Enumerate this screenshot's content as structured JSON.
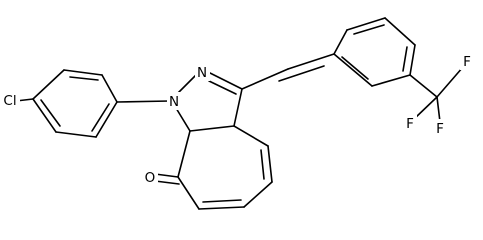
{
  "molecule": {
    "atom_labels": {
      "cl": "Cl",
      "n1": "N",
      "n2": "N",
      "o": "O",
      "f1": "F",
      "f2": "F",
      "f3": "F"
    }
  }
}
